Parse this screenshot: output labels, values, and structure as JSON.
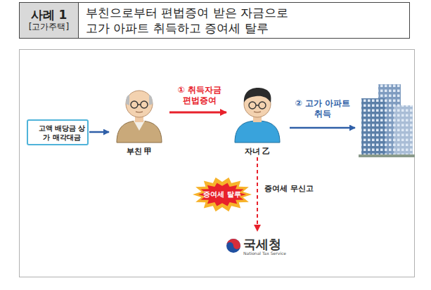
{
  "diagram": {
    "nodes": [
      {
        "text": [
          "사례 1",
          "[고가주택]"
        ]
      },
      {
        "text": [
          "부친으로부터 편법증여 받은 자금으로 고가 아파트 취득하고 증여세 탈루"
        ]
      },
      {
        "text": [
          "고액 배당금 상가 매각대금"
        ]
      },
      {
        "text": [
          "부친 甲"
        ]
      },
      {
        "text": [
          "자녀 乙"
        ]
      },
      {
        "text": [
          "증여세 탈루"
        ]
      },
      {
        "text": [
          "국세청",
          "National Tax Service"
        ]
      }
    ],
    "edges": [
      {
        "from": 2,
        "to": 3,
        "arrow": "to"
      },
      {
        "from": 3,
        "to": 4,
        "label": "① 취득자금 편법증여",
        "arrow": "to"
      },
      {
        "from": 4,
        "to": 6,
        "label": "증여세 무신고",
        "arrow": "to"
      }
    ],
    "labels": [
      "② 고가 아파트 취득"
    ]
  }
}
